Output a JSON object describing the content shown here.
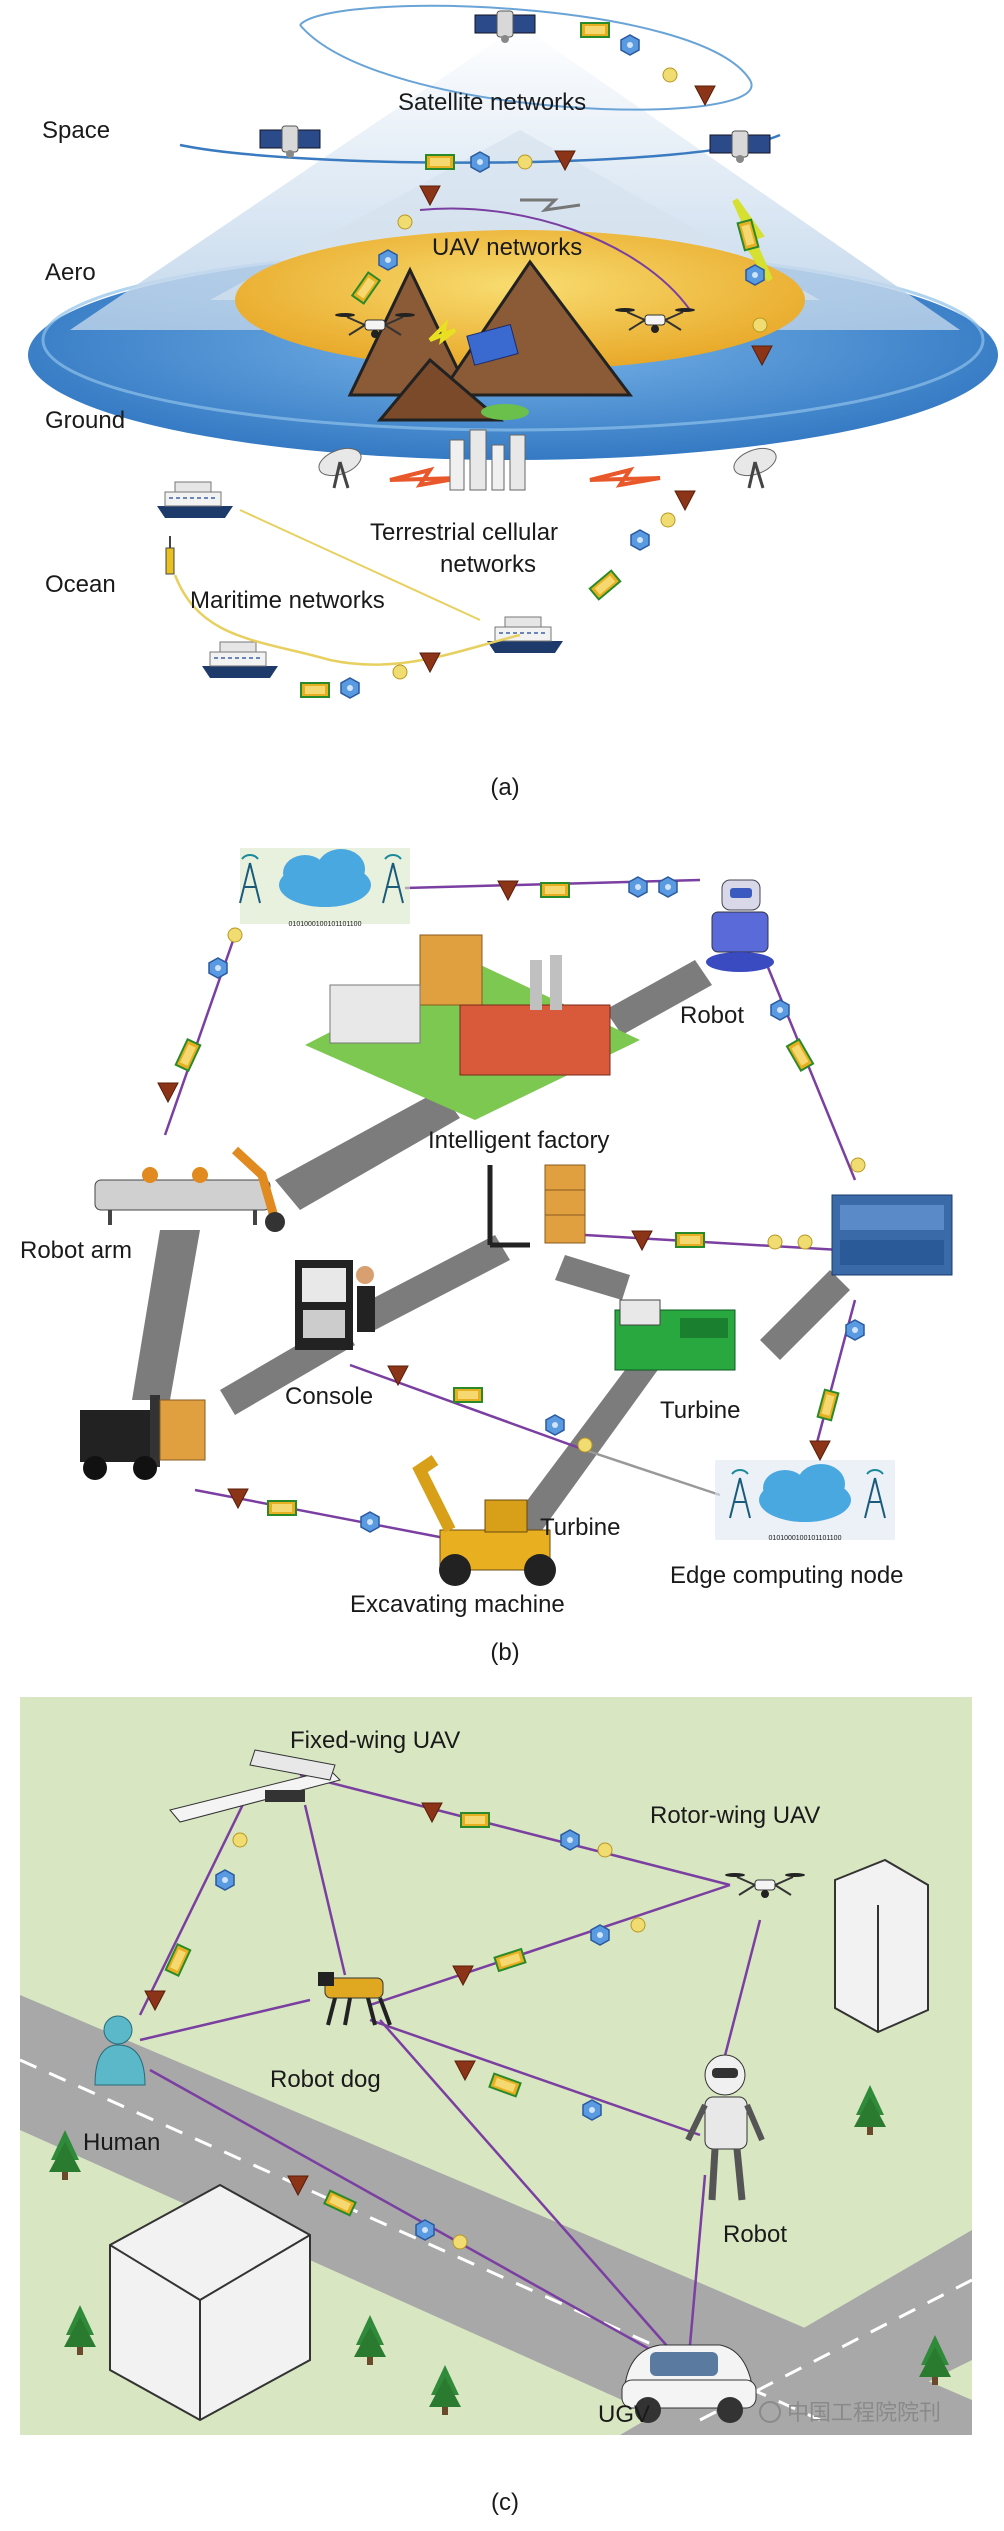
{
  "panel_a": {
    "caption": "(a)",
    "layers": [
      "Space",
      "Aero",
      "Ground",
      "Ocean"
    ],
    "labels": {
      "satellite": "Satellite networks",
      "uav": "UAV networks",
      "terrestrial_1": "Terrestrial cellular",
      "terrestrial_2": "networks",
      "maritime": "Maritime networks"
    }
  },
  "panel_b": {
    "caption": "(b)",
    "labels": {
      "robot": "Robot",
      "factory": "Intelligent factory",
      "robot_arm": "Robot arm",
      "console": "Console",
      "turbine_1": "Turbine",
      "turbine_2": "Turbine",
      "excavator": "Excavating machine",
      "edge_node": "Edge computing node"
    },
    "binary_text": "0101000100101101100"
  },
  "panel_c": {
    "caption": "(c)",
    "labels": {
      "fixed_wing": "Fixed-wing UAV",
      "rotor_wing": "Rotor-wing UAV",
      "robot_dog": "Robot dog",
      "human": "Human",
      "robot": "Robot",
      "ugv": "UGV"
    }
  },
  "watermark": "中国工程院院刊",
  "colors": {
    "ocean": "#4a90d0",
    "ground": "#f0c040",
    "sky_beam": "#cfe0f0",
    "link_purple": "#7a3fa0",
    "grass": "#d8e8c0",
    "road": "#8c8c8c",
    "packet_green": "#e0a020",
    "triangle": "#8b3a1a",
    "hexagon": "#4a8ad0",
    "node_gold": "#e8d060"
  }
}
